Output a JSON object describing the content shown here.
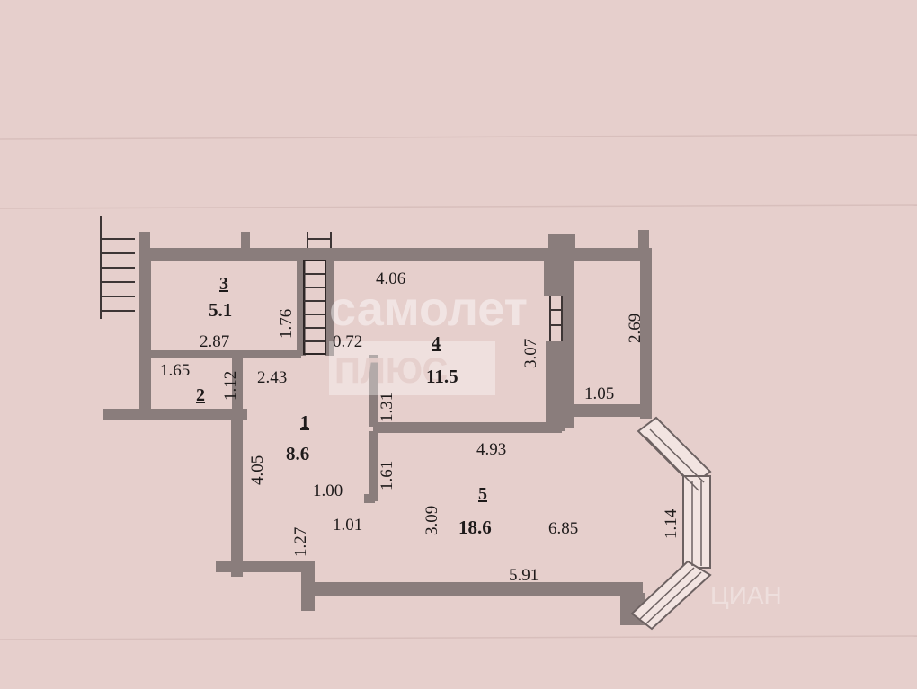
{
  "rooms": [
    {
      "number": "1",
      "area": "8.6"
    },
    {
      "number": "2",
      "area": ""
    },
    {
      "number": "3",
      "area": "5.1"
    },
    {
      "number": "4",
      "area": "11.5"
    },
    {
      "number": "5",
      "area": "18.6"
    }
  ],
  "dimensions": {
    "r3_height": "1.76",
    "r3_width": "2.87",
    "r2_width": "1.65",
    "r2_height": "1.12",
    "r1_top": "2.43",
    "r1_height": "4.05",
    "r1_inner": "1.00",
    "r1_bottom_h": "1.27",
    "r1_door": "1.01",
    "corridor": "0.72",
    "step_a": "1.31",
    "step_b": "1.61",
    "r4_width": "4.06",
    "r4_height": "3.07",
    "balcony_height": "2.69",
    "balcony_width": "1.05",
    "r5_top": "4.93",
    "r5_height": "3.09",
    "r5_depth": "6.85",
    "r5_bottom": "5.91",
    "bay": "1.14"
  },
  "watermarks": {
    "brand_top": "самолет",
    "brand_bottom": "ПЛЮС",
    "corner": "ЦИАН"
  }
}
